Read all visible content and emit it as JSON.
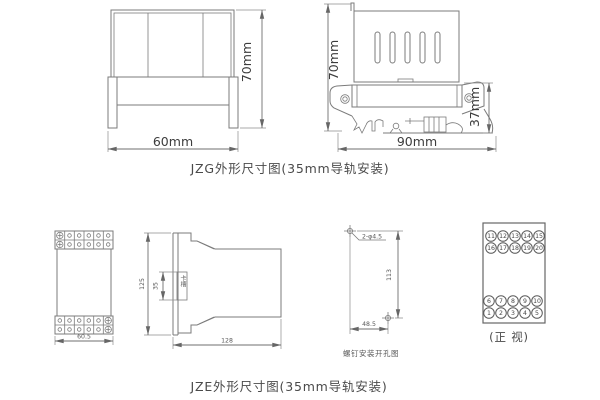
{
  "colors": {
    "line": "#7b7b7b",
    "dim_line": "#6f6f6f",
    "text_dark": "#3c3c3c",
    "text_light": "#585858",
    "background": "#ffffff"
  },
  "jzg": {
    "caption": "JZG外形尺寸图(35mm导轨安装)",
    "front": {
      "height": "70mm",
      "width": "60mm"
    },
    "side": {
      "height": "70mm",
      "bracket_height": "37mm",
      "width": "90mm"
    }
  },
  "jze": {
    "caption": "JZE外形尺寸图(35mm导轨安装)",
    "front": {
      "width": "60.5"
    },
    "side": {
      "height": "125",
      "slot_height": "35",
      "slot_label": "卡槽",
      "depth": "128"
    },
    "drill": {
      "caption": "螺钉安装开孔图",
      "holes": "2-φ4.5",
      "v": "113",
      "h": "48.5"
    },
    "terminal": {
      "caption": "(正 视)",
      "rows_top": [
        [
          "11",
          "12",
          "13",
          "14",
          "15"
        ],
        [
          "16",
          "17",
          "18",
          "19",
          "20"
        ]
      ],
      "rows_bottom": [
        [
          "6",
          "7",
          "8",
          "9",
          "10"
        ],
        [
          "1",
          "2",
          "3",
          "4",
          "5"
        ]
      ]
    }
  }
}
